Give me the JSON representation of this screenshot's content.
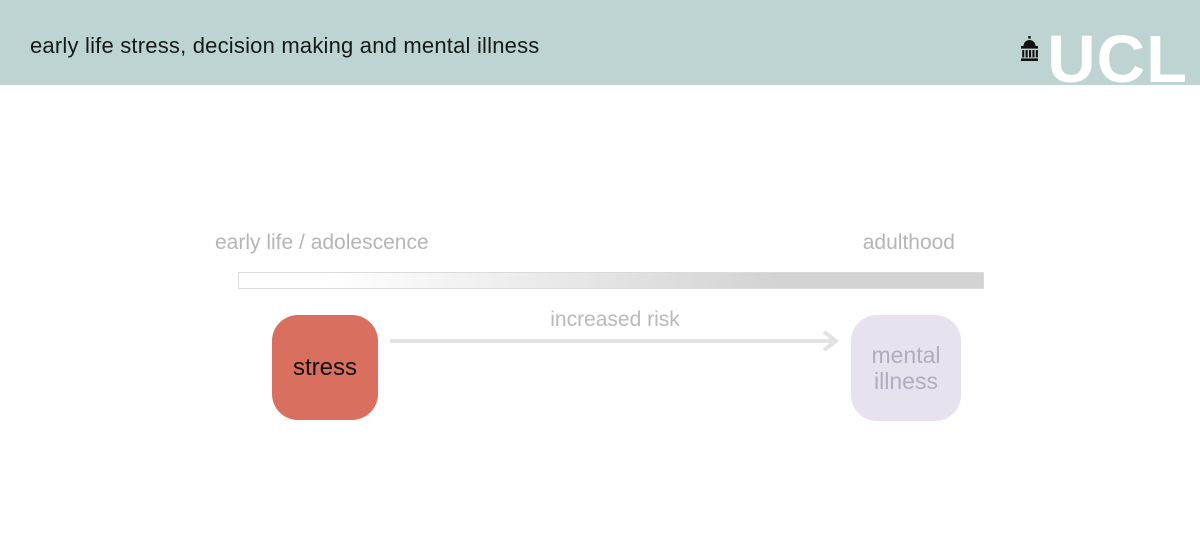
{
  "header": {
    "title": "early life stress, decision making and mental illness",
    "logo_text": "UCL",
    "portico_icon": "ucl-portico-dome-icon",
    "bg_color": "#bed4d3",
    "logo_color": "#ffffff"
  },
  "timeline": {
    "left_label": "early life / adolescence",
    "right_label": "adulthood",
    "bar_gradient_start": "#ffffff",
    "bar_gradient_end": "#d3d3d3"
  },
  "diagram": {
    "stress_box": {
      "label": "stress",
      "fill_color": "#d9705f",
      "text_color": "#111111"
    },
    "arrow": {
      "label": "increased risk",
      "color": "#e2e2e4",
      "direction": "right"
    },
    "mental_box": {
      "label": "mental illness",
      "fill_color": "#e7e2ed",
      "text_color": "#b3abbf"
    }
  }
}
